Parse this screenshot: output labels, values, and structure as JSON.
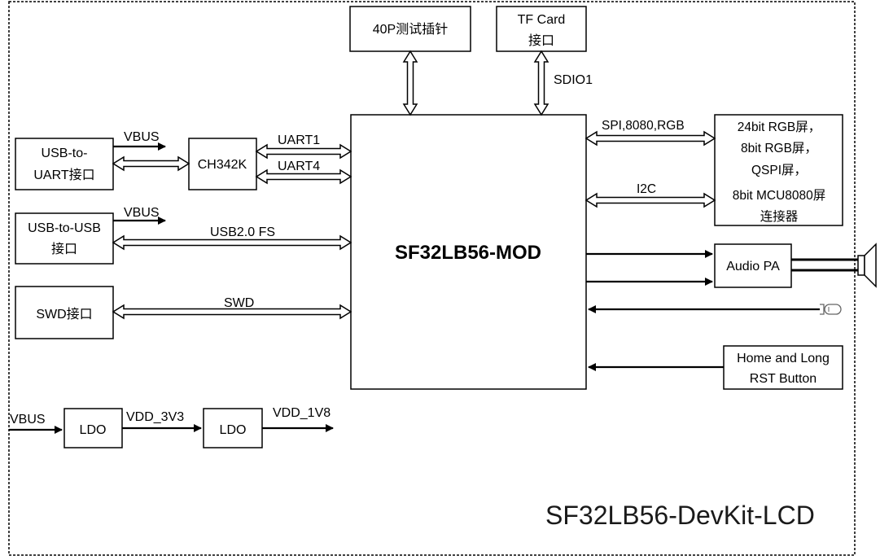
{
  "board_title": "SF32LB56-DevKit-LCD",
  "blocks": {
    "main_module": "SF32LB56-MOD",
    "test_pins": "40P测试插针",
    "tf_card": [
      "TF Card",
      "接口"
    ],
    "usb_uart": [
      "USB-to-",
      "UART接口"
    ],
    "ch342k": "CH342K",
    "usb_usb": [
      "USB-to-USB",
      "接口"
    ],
    "swd": "SWD接口",
    "display": [
      "24bit RGB屏，",
      "8bit RGB屏，",
      "QSPI屏，",
      "8bit MCU8080屏",
      "连接器"
    ],
    "audio_pa": "Audio PA",
    "button": [
      "Home and Long",
      "RST Button"
    ],
    "ldo1": "LDO",
    "ldo2": "LDO"
  },
  "signals": {
    "vbus_1": "VBUS",
    "vbus_2": "VBUS",
    "uart1": "UART1",
    "uart4": "UART4",
    "usb_fs": "USB2.0 FS",
    "swd": "SWD",
    "sdio": "SDIO1",
    "spi": "SPI,8080,RGB",
    "i2c": "I2C",
    "vbus_in": "VBUS",
    "vdd_3v3": "VDD_3V3",
    "vdd_1v8": "VDD_1V8"
  },
  "icons": [
    "speaker-icon",
    "microphone-icon"
  ]
}
